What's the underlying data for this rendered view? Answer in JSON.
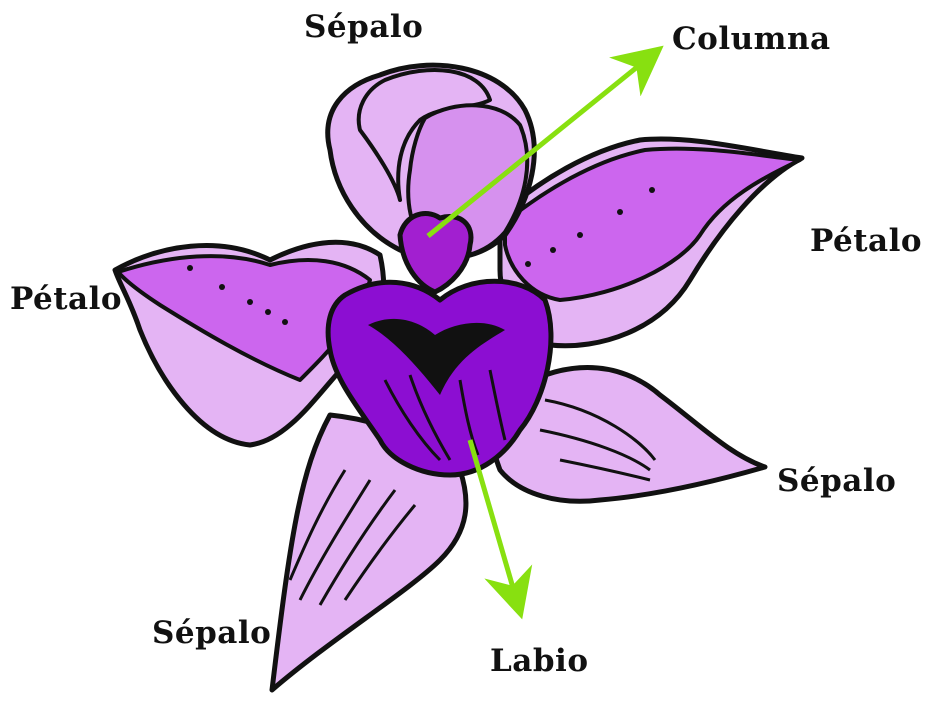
{
  "labels": {
    "sepalo_top": "Sépalo",
    "columna": "Columna",
    "petalo_right": "Pétalo",
    "petalo_left": "Pétalo",
    "sepalo_right": "Sépalo",
    "sepalo_bottom": "Sépalo",
    "labio": "Labio"
  },
  "colors": {
    "outline": "#111111",
    "sepal_light": "#e4b4f4",
    "sepal_mid": "#d691ee",
    "petal_inner": "#cc66ee",
    "column": "#a21fd0",
    "lip": "#8c0ed2",
    "lip_throat": "#111111",
    "arrow": "#88e010"
  }
}
